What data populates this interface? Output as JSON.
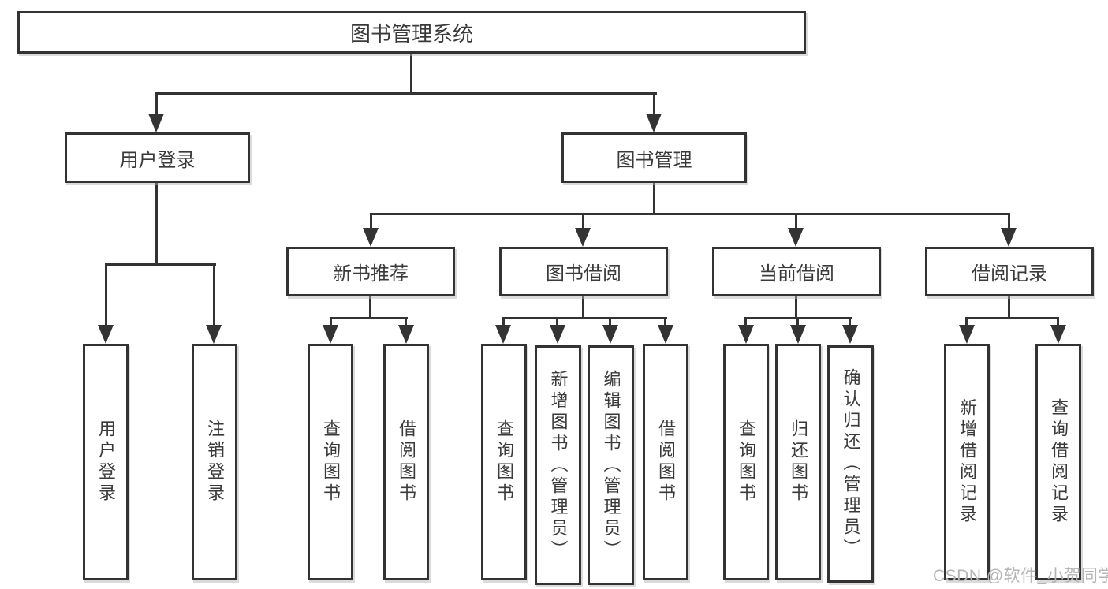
{
  "diagram": {
    "root": "图书管理系统",
    "level1": {
      "user_login": "用户登录",
      "book_management": "图书管理"
    },
    "level2": {
      "new_book_recommend": "新书推荐",
      "book_borrow": "图书借阅",
      "current_borrow": "当前借阅",
      "borrow_records": "借阅记录"
    },
    "leaves": {
      "user_login": "用户登录",
      "logout": "注销登录",
      "query_book_recommend": "查询图书",
      "borrow_book_recommend": "借阅图书",
      "query_book_borrow": "查询图书",
      "add_book_admin": "新增图书（管理员）",
      "edit_book_admin": "编辑图书（管理员）",
      "borrow_book_borrow": "借阅图书",
      "query_book_current": "查询图书",
      "return_book": "归还图书",
      "confirm_return_admin": "确认归还（管理员）",
      "add_borrow_record": "新增借阅记录",
      "query_borrow_record": "查询借阅记录"
    }
  },
  "watermark": "CSDN @软件_小贺同学",
  "colors": {
    "line": "#333333",
    "text": "#3a3a3a",
    "watermark": "#b5b5b5",
    "background": "#ffffff"
  }
}
